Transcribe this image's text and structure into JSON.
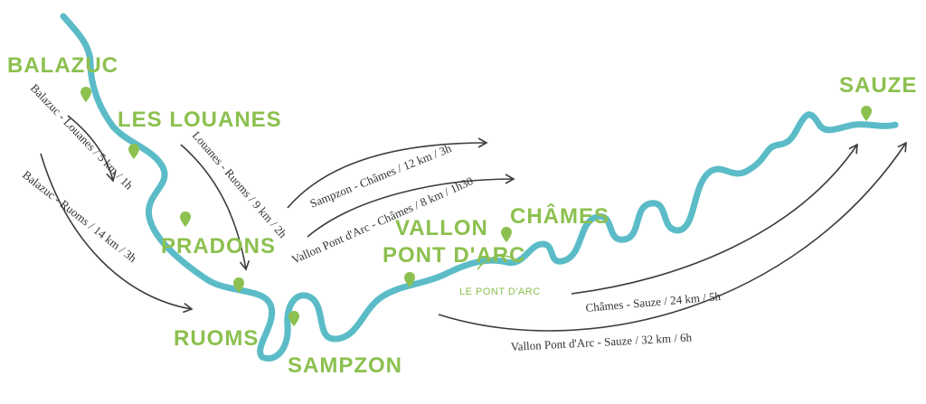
{
  "colors": {
    "river": "#5bbcc8",
    "place": "#8cc04f",
    "arrow": "#3d3d3d",
    "text": "#333333"
  },
  "places": {
    "balazuc": "BALAZUC",
    "les_louanes": "LES LOUANES",
    "pradons": "PRADONS",
    "ruoms": "RUOMS",
    "sampzon": "SAMPZON",
    "vallon_line1": "VALLON",
    "vallon_line2": "PONT D'ARC",
    "le_pont_darc": "LE PONT D'ARC",
    "chames": "CHÂMES",
    "sauze": "SAUZE"
  },
  "routes": {
    "balazuc_louanes": "Balazuc - Louanes / 5 km / 1h",
    "balazuc_ruoms": "Balazuc - Ruoms / 14 km / 3h",
    "louanes_ruoms": "Louanes - Ruoms / 9 km / 2h",
    "sampzon_chames": "Sampzon - Châmes / 12 km / 3h",
    "vallon_chames": "Vallon Pont d'Arc - Châmes / 8 km / 1h30",
    "chames_sauze": "Châmes - Sauze / 24 km / 5h",
    "vallon_sauze": "Vallon Pont d'Arc - Sauze / 32 km / 6h"
  },
  "icons": {
    "marker": "map-pin-icon",
    "arrow": "arrow-icon"
  }
}
